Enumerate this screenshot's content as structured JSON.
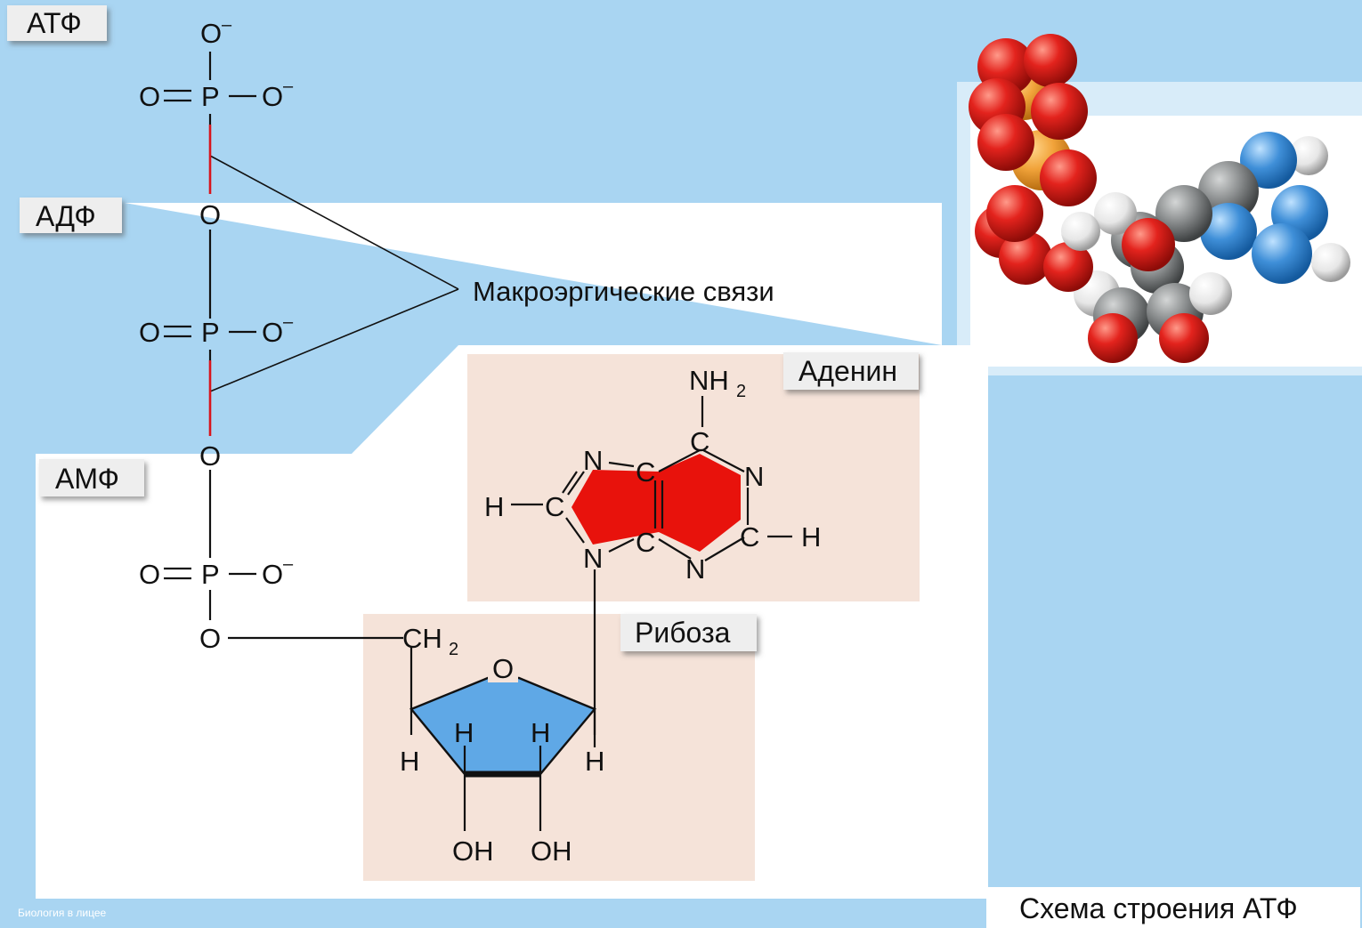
{
  "labels": {
    "atp": "АТФ",
    "adp": "АДФ",
    "amp": "АМФ",
    "adenine": "Аденин",
    "ribose": "Рибоза",
    "macroergic_bonds": "Макроэргические связи",
    "caption": "Схема строения АТФ",
    "watermark": "Биология в лицее"
  },
  "atoms": {
    "oxygen": "O",
    "phosphorus": "P",
    "nitrogen": "N",
    "carbon": "C",
    "hydrogen": "H",
    "ch2": "CH",
    "nh2": "NH",
    "subscript_2": "2",
    "hydroxyl": "OH",
    "negative_charge": "–"
  },
  "colors": {
    "background_blue": "#a9d5f2",
    "panel_white": "#ffffff",
    "panel_beige": "#f5e3d9",
    "adenine_ring_red": "#e8120c",
    "ribose_ring_blue": "#5fa8e6",
    "macroergic_bond_red": "#d8141c",
    "molecule_red": "#e3231d",
    "molecule_orange": "#f1a33a",
    "molecule_gray": "#8a8d8e",
    "molecule_blue": "#3f8fd8",
    "molecule_white": "#e6e6e6"
  },
  "molecule_model": {
    "icon": "atp-space-filling-model"
  }
}
